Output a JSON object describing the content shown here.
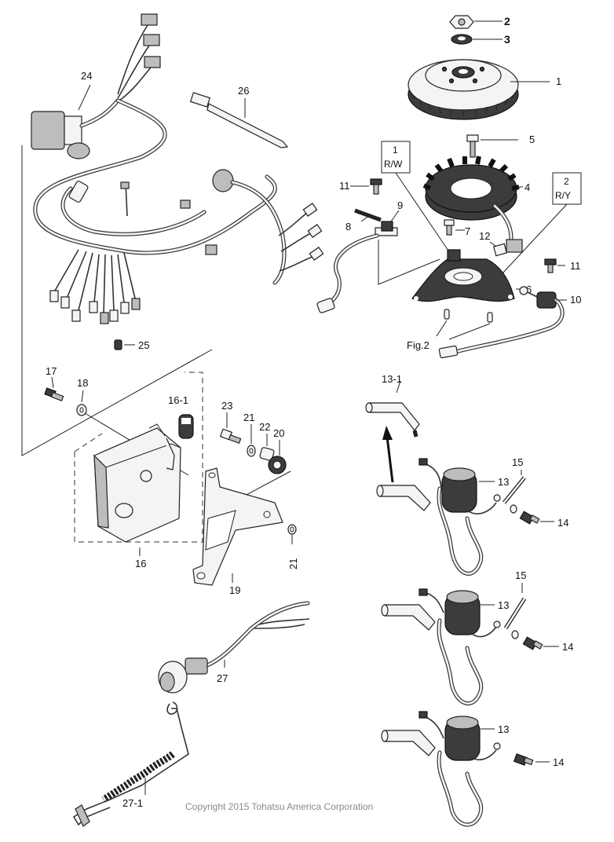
{
  "figure": {
    "copyright": "Copyright 2015 Tohatsu America Corporation",
    "fig_ref": "Fig.2"
  },
  "labels": {
    "p1": "1",
    "p2": "2",
    "p3": "3",
    "p4": "4",
    "p5": "5",
    "p6": "6",
    "p7": "7",
    "p8": "8",
    "p9": "9",
    "p10": "10",
    "p11a": "11",
    "p11b": "11",
    "p12": "12",
    "p13-1": "13-1",
    "p13a": "13",
    "p13b": "13",
    "p13c": "13",
    "p14a": "14",
    "p14b": "14",
    "p14c": "14",
    "p15a": "15",
    "p15b": "15",
    "p16": "16",
    "p16-1": "16-1",
    "p17": "17",
    "p18": "18",
    "p19": "19",
    "p20": "20",
    "p21a": "21",
    "p21b": "21",
    "p22": "22",
    "p23": "23",
    "p24": "24",
    "p25": "25",
    "p26": "26",
    "p27": "27",
    "p27-1": "27-1"
  },
  "wire_boxes": {
    "box1": {
      "num": "1",
      "code": "R/W"
    },
    "box2": {
      "num": "2",
      "code": "R/Y"
    }
  }
}
